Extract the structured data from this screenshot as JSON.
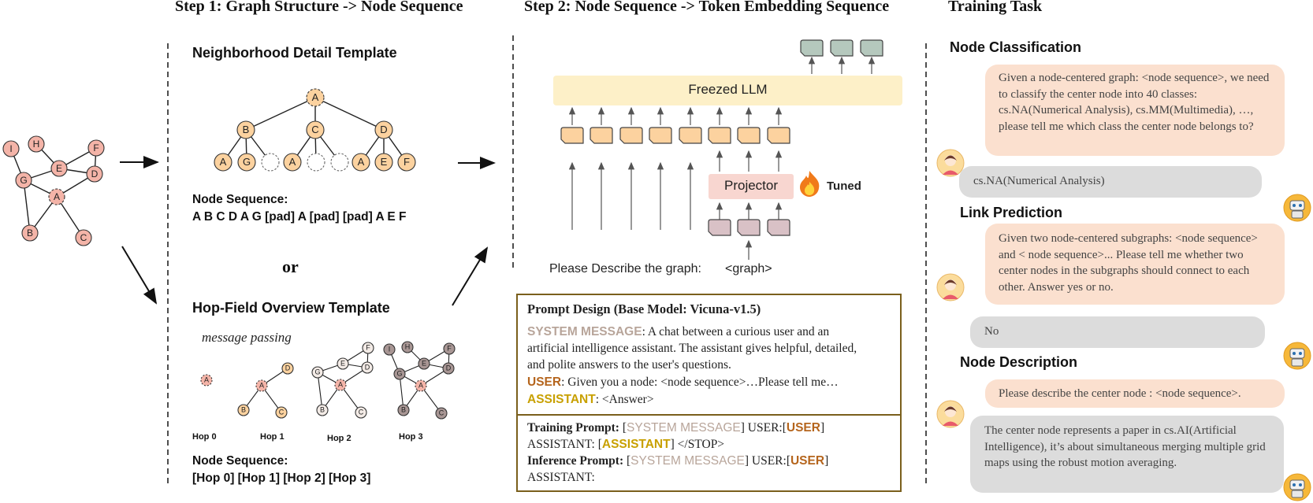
{
  "headings": {
    "step1": "Step 1:  Graph Structure -> Node Sequence",
    "step2": "Step 2:   Node Sequence -> Token Embedding Sequence",
    "training": "Training Task"
  },
  "step1": {
    "neighborhood_title": "Neighborhood Detail Template",
    "node_sequence_label": "Node Sequence:",
    "node_sequence_value": "A B C D A G [pad] A [pad] [pad] A E F",
    "or_text": "or",
    "hopfield_title": "Hop-Field Overview Template",
    "message_passing": "message passing",
    "hop_labels": [
      "Hop 0",
      "Hop 1",
      "Hop 2",
      "Hop 3"
    ],
    "hop_sequence_label": "Node Sequence:",
    "hop_sequence_value": "[Hop 0] [Hop 1] [Hop 2] [Hop 3]"
  },
  "graph_nodes": {
    "input": [
      "I",
      "H",
      "F",
      "G",
      "E",
      "D",
      "A",
      "B",
      "C"
    ],
    "tree": [
      "A",
      "B",
      "C",
      "D",
      "A",
      "G",
      "A",
      "A",
      "E",
      "F"
    ]
  },
  "step2": {
    "llm_label": "Freezed LLM",
    "projector_label": "Projector",
    "tuned_label": "Tuned",
    "input_text": "Please Describe the graph:",
    "graph_token": "<graph>"
  },
  "prompt_design": {
    "title": "Prompt Design (Base Model: Vicuna-v1.5)",
    "system_kw": "SYSTEM MESSAGE",
    "system_text_1": ": A chat between a curious user and an",
    "system_text_2": "artificial intelligence assistant. The assistant gives helpful, detailed,",
    "system_text_3": "and polite answers to the user's questions.",
    "user_kw": "USER",
    "user_text": ":  Given you a node: <node sequence>…Please tell me…",
    "assistant_kw": "ASSISTANT",
    "assistant_text": ":   <Answer>",
    "training_prompt_label": "Training Prompt:",
    "inference_prompt_label": "Inference Prompt:",
    "tp_user_prefix": " USER:",
    "tp_assistant_prefix": "ASSISTANT: ",
    "stop_token": "  </STOP>",
    "ip_assistant": "ASSISTANT:"
  },
  "training_tasks": {
    "node_classification": {
      "title": "Node Classification",
      "question": "Given a node-centered graph: <node sequence>, we need to classify the center node into 40 classes: cs.NA(Numerical Analysis), cs.MM(Multimedia), …, please tell me which class the center node belongs to?",
      "answer": "cs.NA(Numerical Analysis)"
    },
    "link_prediction": {
      "title": "Link Prediction",
      "question": "Given two node-centered subgraphs: <node sequence> and < node sequence>... Please tell me whether two center nodes in the subgraphs should connect to each other. Answer yes or no.",
      "answer": "No"
    },
    "node_description": {
      "title": "Node Description",
      "question": "Please describe the center node : <node sequence>.",
      "answer": "The center node represents a paper in cs.AI(Artificial Intelligence), it’s about simultaneous merging multiple grid maps using the robust motion averaging."
    }
  },
  "colors": {
    "node_pink": "#f4b4a8",
    "node_orange": "#fcd29f",
    "node_gray": "#a89694",
    "token_orange": "#fcd29f",
    "token_pink": "#d9c1c6",
    "token_green": "#b5c8bd",
    "llm_box": "#fdf0c8",
    "projector_box": "#f8d6d0",
    "prompt_border": "#7a5f1c"
  }
}
